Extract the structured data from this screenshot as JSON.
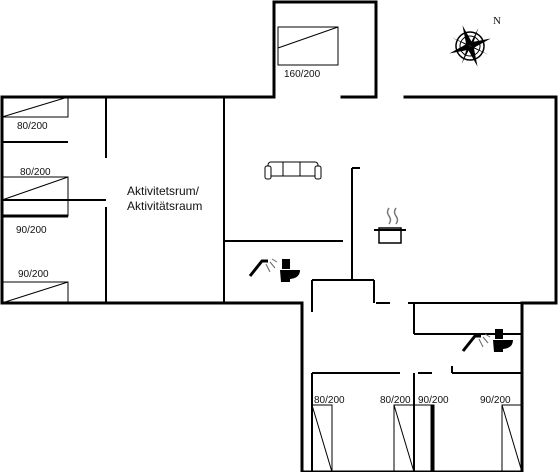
{
  "compass": {
    "north_label": "N",
    "icon": "compass-rose-icon"
  },
  "room_label": {
    "line1": "Aktivitetsrum/",
    "line2": "Aktivitätsraum"
  },
  "bed_labels": {
    "top": "160/200",
    "left1": "80/200",
    "left2": "80/200",
    "left3": "90/200",
    "left4": "90/200",
    "bottom1": "80/200",
    "bottom2": "80/200",
    "bottom3": "90/200",
    "bottom4": "90/200"
  },
  "icons": [
    "sofa-icon",
    "kitchen-pot-icon",
    "shower-icon",
    "toilet-icon"
  ]
}
